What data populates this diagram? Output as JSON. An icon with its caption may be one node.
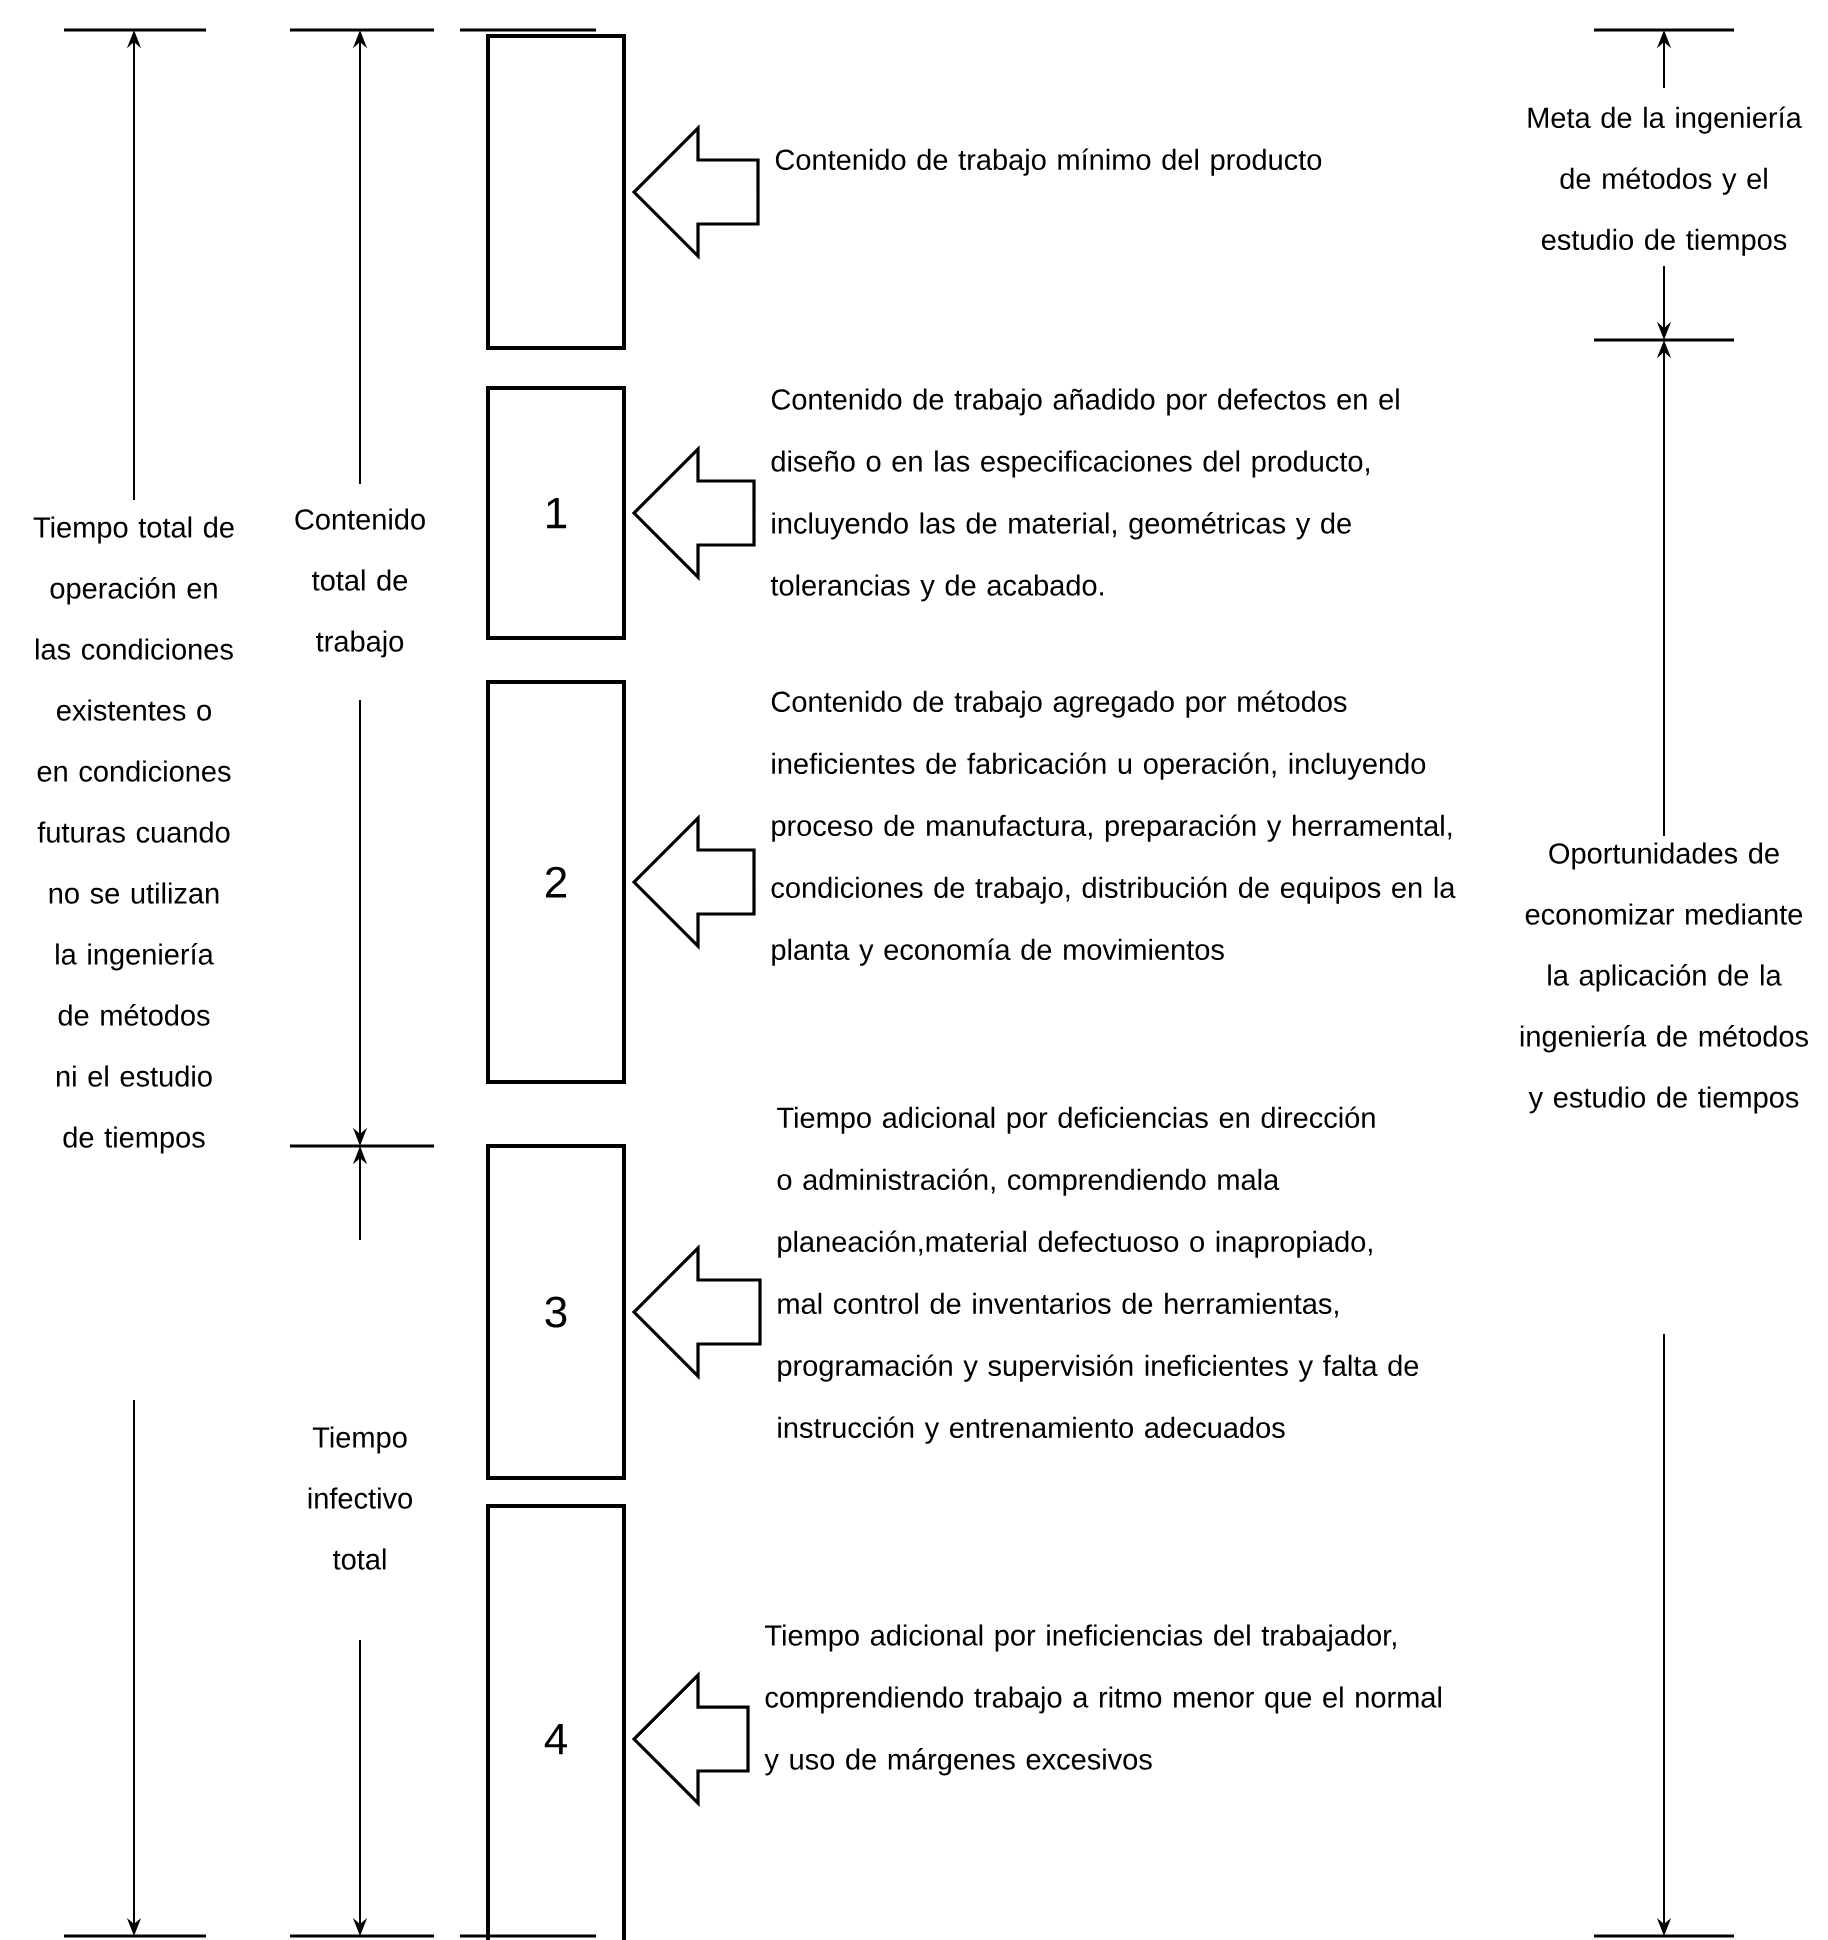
{
  "diagram": {
    "nodes": [
      {
        "text": [],
        "shape": "box"
      },
      {
        "text": [
          "1"
        ]
      },
      {
        "text": [
          "2"
        ]
      },
      {
        "text": [
          "3"
        ]
      },
      {
        "text": [
          "4"
        ]
      },
      {
        "text": [
          "Contenido de trabajo mínimo del producto"
        ]
      },
      {
        "text": [
          "Contenido de trabajo añadido por defectos en el diseño o en las especificaciones del producto, incluyendo las de material, geométricas y de tolerancias y de acabado."
        ]
      },
      {
        "text": [
          "Contenido de trabajo agregado por métodos ineficientes de fabricación u operación, incluyendo proceso de manufactura, preparación y herramental, condiciones de trabajo, distribución de equipos en la planta y economía de movimientos"
        ]
      },
      {
        "text": [
          "Tiempo adicional por deficiencias en dirección o administración, comprendiendo mala planeación,material defectuoso o inapropiado, mal control de inventarios de herramientas, programación y supervisión ineficientes y falta de instrucción y entrenamiento adecuados"
        ]
      },
      {
        "text": [
          "Tiempo adicional por ineficiencias del trabajador, comprendiendo trabajo a ritmo menor que el normal y uso de márgenes excesivos"
        ]
      }
    ],
    "edges": [
      {
        "from": 5,
        "to": 0,
        "arrow": "to"
      },
      {
        "from": 6,
        "to": 1,
        "arrow": "to"
      },
      {
        "from": 7,
        "to": 2,
        "arrow": "to"
      },
      {
        "from": 8,
        "to": 3,
        "arrow": "to"
      },
      {
        "from": 9,
        "to": 4,
        "arrow": "to"
      }
    ],
    "labels": [
      "Tiempo total de operación en las condiciones existentes o en condiciones futuras cuando no se utilizan la ingeniería de métodos ni el estudio de tiempos",
      "Contenido total de trabajo",
      "Tiempo infectivo total",
      "Meta de la ingeniería de métodos y el estudio de tiempos",
      "Oportunidades de economizar mediante la aplicación de la ingeniería de métodos y estudio de tiempos"
    ]
  }
}
